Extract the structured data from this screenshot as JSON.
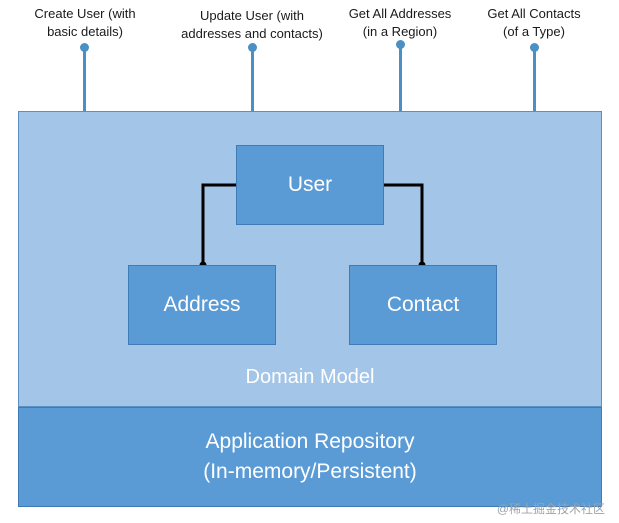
{
  "api_endpoints": [
    {
      "label": "Create User (with\nbasic details)"
    },
    {
      "label": "Update User (with\naddresses and contacts)"
    },
    {
      "label": "Get All Addresses\n(in a Region)"
    },
    {
      "label": "Get All Contacts\n(of a Type)"
    }
  ],
  "domain_model": {
    "label": "Domain Model",
    "entities": {
      "user": "User",
      "address": "Address",
      "contact": "Contact"
    }
  },
  "repository": {
    "line1": "Application Repository",
    "line2": "(In-memory/Persistent)"
  },
  "watermark": "@稀土掘金技术社区",
  "colors": {
    "domain_background": "#a3c5e8",
    "entity_fill": "#5b9bd5",
    "repository_fill": "#5b9bd5",
    "connector_line": "#4a90c4",
    "relation_line": "#000000"
  }
}
